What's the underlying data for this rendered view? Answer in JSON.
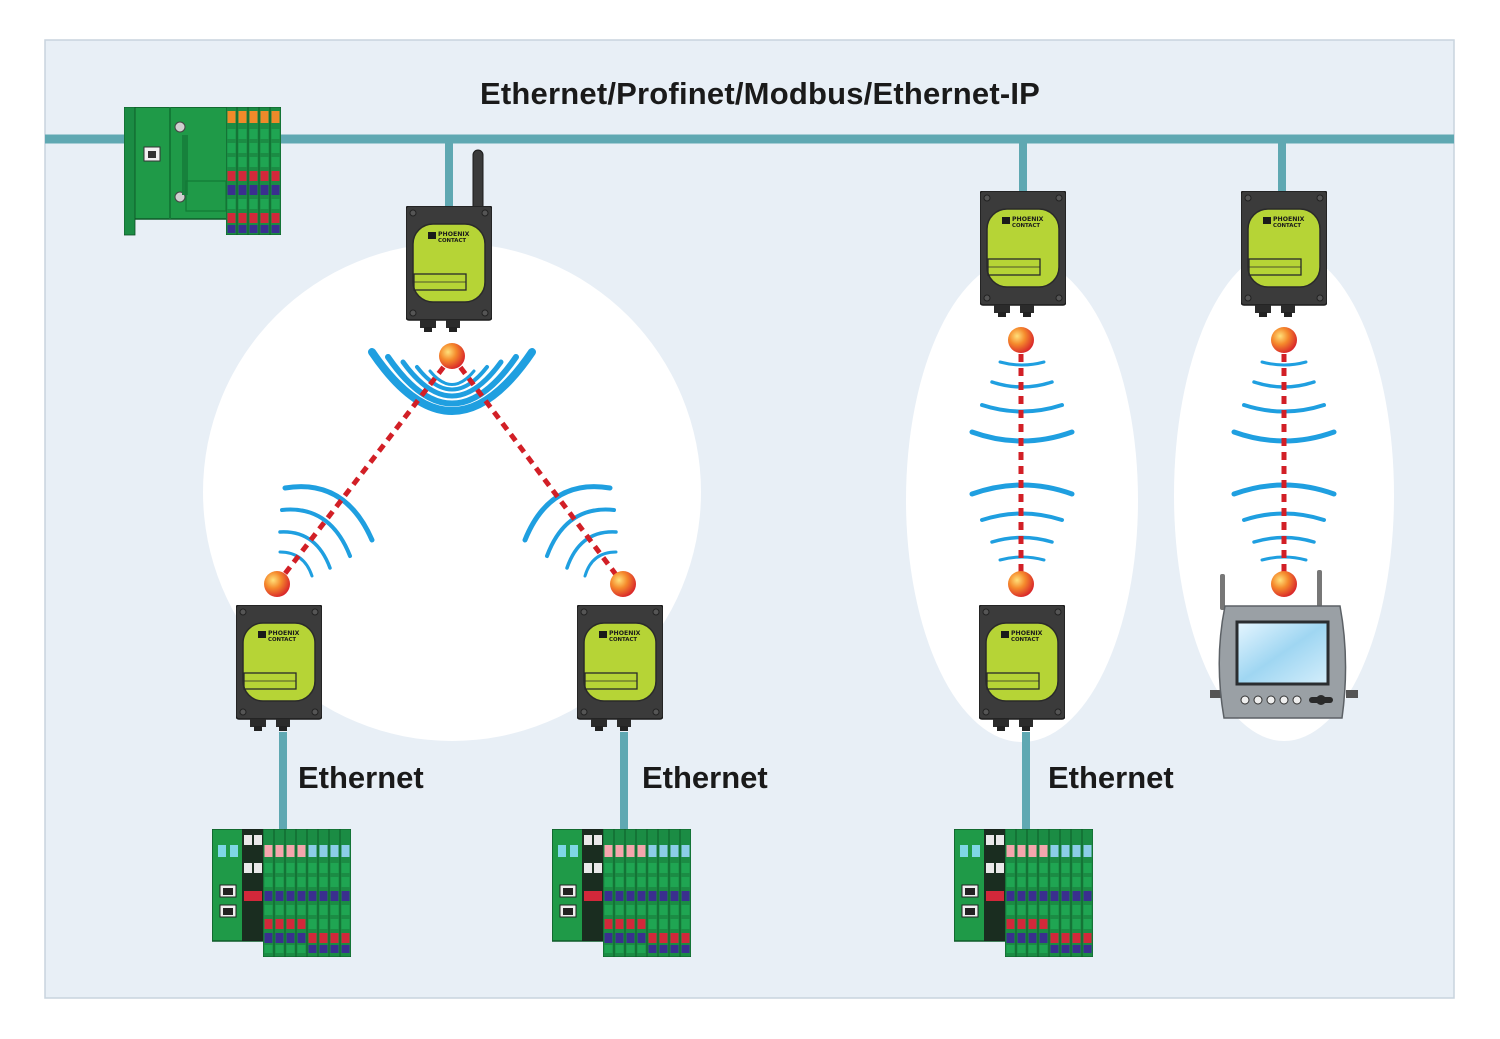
{
  "diagram": {
    "bus_label": "Ethernet/Profinet/Modbus/Ethernet-IP",
    "link_labels": [
      "Ethernet",
      "Ethernet",
      "Ethernet"
    ],
    "brand_line1": "PHOENIX",
    "brand_line2": "CONTACT"
  },
  "colors": {
    "background": "#e8eff6",
    "bus_line": "#5fa8b2",
    "module_body": "#3a3a3a",
    "module_face": "#b5d334",
    "signal_wave": "#1f9fe0",
    "radio_link": "#d21f26",
    "node_ball": "#f2702a",
    "controller_green": "#1f9a48"
  },
  "icons": [
    "wireless-module-icon",
    "plc-controller-icon",
    "io-terminal-block-icon",
    "antenna-icon",
    "hmi-panel-icon",
    "signal-wave-icon"
  ]
}
